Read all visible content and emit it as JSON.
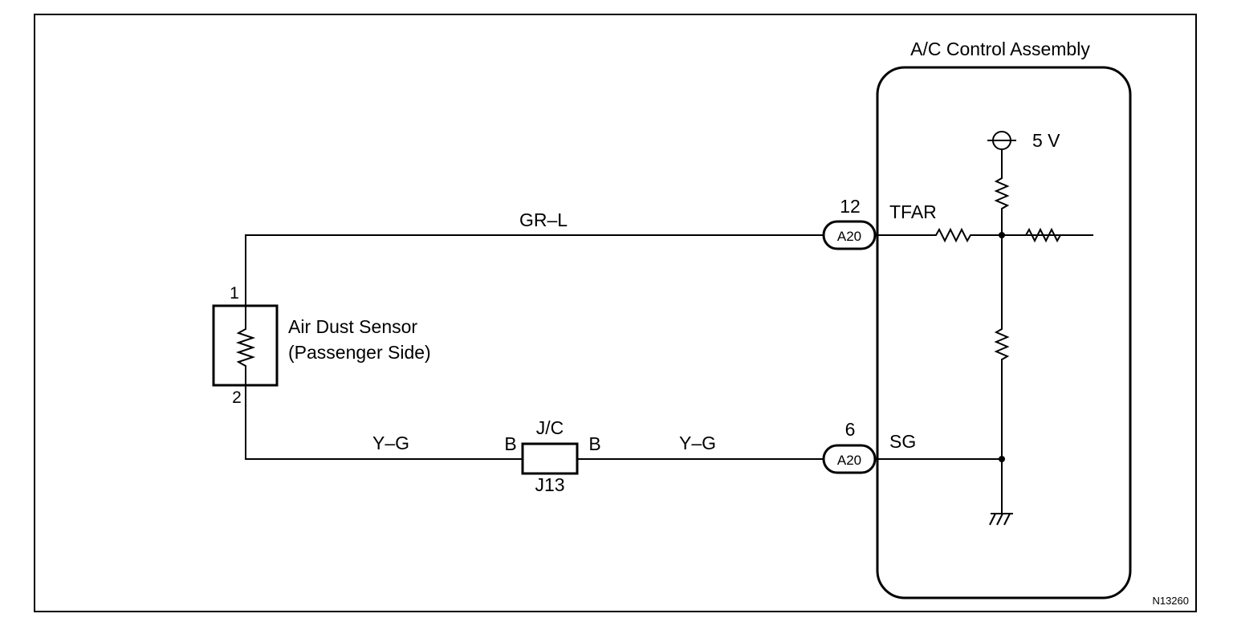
{
  "assembly": {
    "title": "A/C Control Assembly"
  },
  "sensor": {
    "name": "Air Dust Sensor",
    "side": "(Passenger Side)",
    "pin1": "1",
    "pin2": "2"
  },
  "wires": {
    "top": "GR–L",
    "bottom_left": "Y–G",
    "bottom_right": "Y–G"
  },
  "junction": {
    "title": "J/C",
    "pin_left": "B",
    "pin_right": "B",
    "code": "J13"
  },
  "connectors": {
    "top": {
      "pin": "12",
      "code": "A20",
      "signal": "TFAR"
    },
    "bottom": {
      "pin": "6",
      "code": "A20",
      "signal": "SG"
    }
  },
  "supply": {
    "label": "5 V"
  },
  "figure_id": "N13260"
}
